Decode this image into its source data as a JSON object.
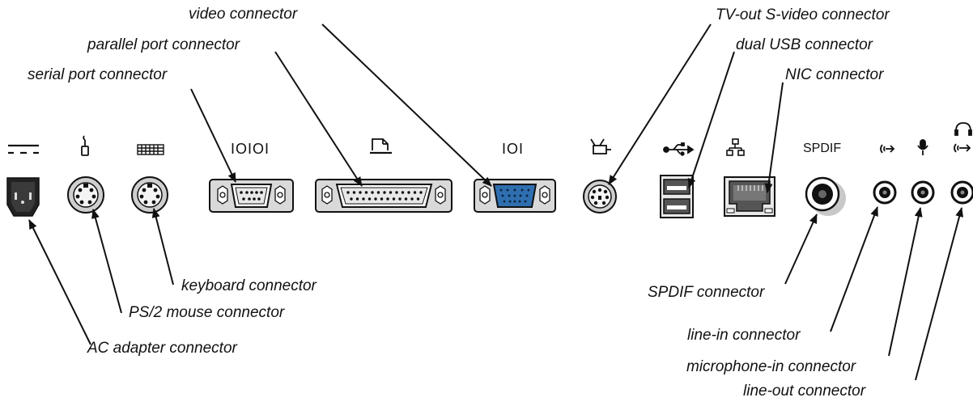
{
  "labels": {
    "video": "video connector",
    "parallel": "parallel port connector",
    "serial": "serial port connector",
    "tvout": "TV-out S-video connector",
    "usb": "dual USB connector",
    "nic": "NIC connector",
    "keyboard": "keyboard connector",
    "ps2mouse": "PS/2 mouse connector",
    "acadapter": "AC adapter connector",
    "spdif": "SPDIF connector",
    "linein": "line-in connector",
    "micin": "microphone-in connector",
    "lineout": "line-out connector"
  },
  "icon_labels": {
    "serial": "IOIOI",
    "video": "IOI",
    "spdif": "SPDIF"
  },
  "icons": [
    "dc-power-icon",
    "mouse-icon",
    "keyboard-icon",
    "serial-icon",
    "parallel-printer-icon",
    "video-monitor-icon",
    "tv-icon",
    "usb-icon",
    "network-icon",
    "spdif-icon",
    "line-in-icon",
    "microphone-icon",
    "headphones-icon"
  ],
  "colors": {
    "ink": "#111111",
    "vga": "#2f6fb0",
    "panel": "#d9d9d9"
  }
}
